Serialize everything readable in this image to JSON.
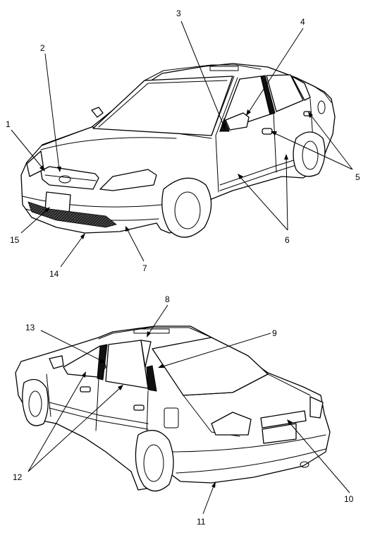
{
  "callouts": [
    {
      "id": "1",
      "label": "1"
    },
    {
      "id": "2",
      "label": "2"
    },
    {
      "id": "3",
      "label": "3"
    },
    {
      "id": "4",
      "label": "4"
    },
    {
      "id": "5",
      "label": "5"
    },
    {
      "id": "6",
      "label": "6"
    },
    {
      "id": "7",
      "label": "7"
    },
    {
      "id": "8",
      "label": "8"
    },
    {
      "id": "9",
      "label": "9"
    },
    {
      "id": "10",
      "label": "10"
    },
    {
      "id": "11",
      "label": "11"
    },
    {
      "id": "12",
      "label": "12"
    },
    {
      "id": "13",
      "label": "13"
    },
    {
      "id": "14",
      "label": "14"
    },
    {
      "id": "15",
      "label": "15"
    }
  ],
  "colors": {
    "line": "#000000",
    "fill": "#ffffff",
    "dark": "#111111"
  }
}
